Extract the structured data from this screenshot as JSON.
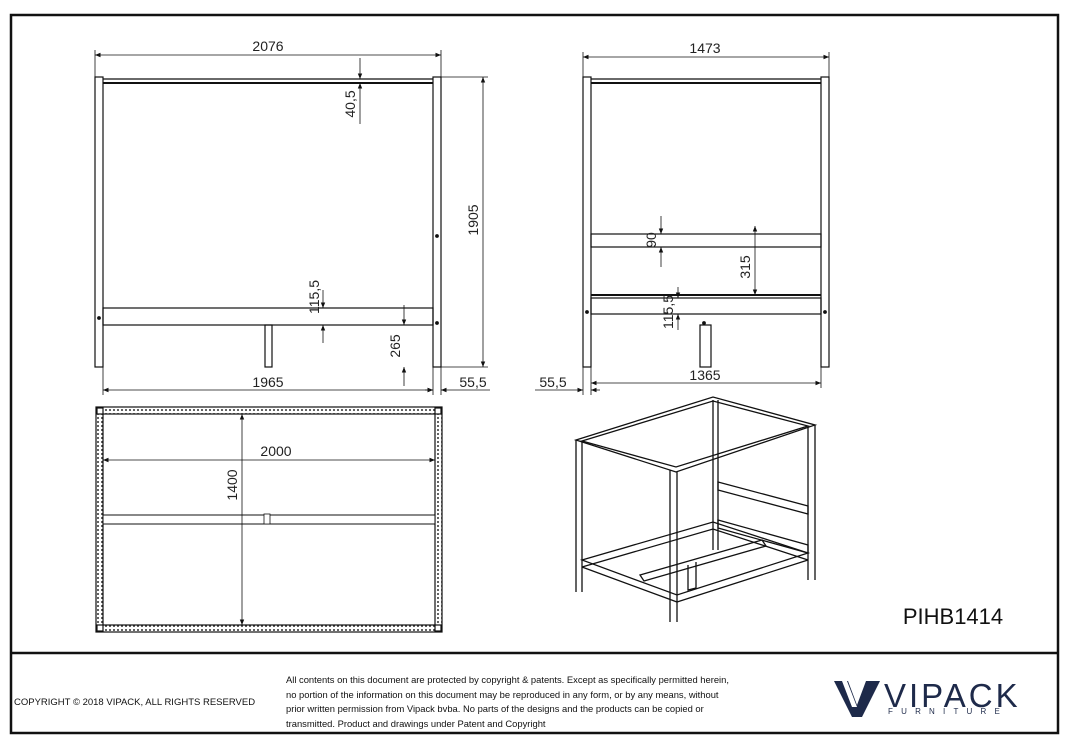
{
  "drawing": {
    "product_code": "PIHB1414",
    "front_view": {
      "overall_width": "2076",
      "top_rail_drop": "40,5",
      "overall_height": "1905",
      "rail_height": "115,5",
      "leg_clearance": "265",
      "inner_length": "1965",
      "post_width": "55,5"
    },
    "side_view": {
      "overall_width": "1473",
      "headboard_rail": "90",
      "headboard_height": "315",
      "rail_height": "115,5",
      "post_width": "55,5",
      "inner_width": "1365"
    },
    "top_view": {
      "mattress_length": "2000",
      "mattress_width": "1400"
    }
  },
  "footer": {
    "copyright": "COPYRIGHT  © 2018 VIPACK, ALL RIGHTS RESERVED",
    "legal_line1": "All contents on this document are protected by copyright & patents. Except as specifically permitted herein,",
    "legal_line2": "no portion of the information on this document may be reproduced in any form, or by any means, without",
    "legal_line3": "prior written permission from Vipack bvba. No parts of the designs and the products can be copied or",
    "legal_line4": "transmitted. Product and drawings under Patent and Copyright",
    "brand_name": "VIPACK",
    "brand_sub": "FURNITURE"
  },
  "colors": {
    "line": "#111111",
    "brand": "#1e2a4a"
  }
}
